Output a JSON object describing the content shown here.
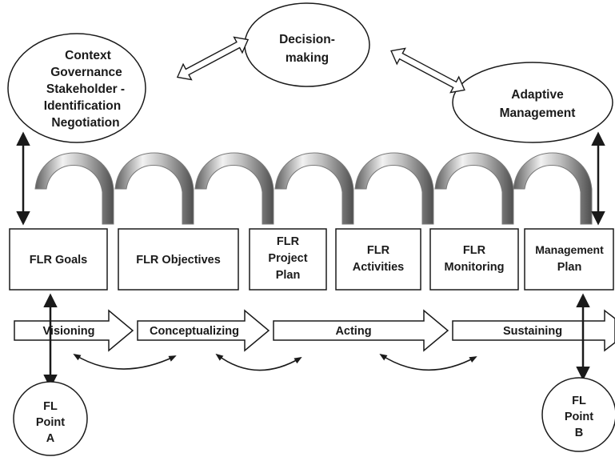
{
  "ellipses": {
    "context": [
      "Context",
      "Governance",
      "Stakeholder -",
      "Identification",
      "Negotiation"
    ],
    "decision": [
      "Decision-",
      "making"
    ],
    "adaptive": [
      "Adaptive",
      "Management"
    ]
  },
  "boxes": [
    [
      "FLR Goals"
    ],
    [
      "FLR Objectives"
    ],
    [
      "FLR",
      "Project",
      "Plan"
    ],
    [
      "FLR",
      "Activities"
    ],
    [
      "FLR",
      "Monitoring"
    ],
    [
      "Management",
      "Plan"
    ]
  ],
  "stages": [
    "Visioning",
    "Conceptualizing",
    "Acting",
    "Sustaining"
  ],
  "points": {
    "a": [
      "FL",
      "Point",
      "A"
    ],
    "b": [
      "FL",
      "Point",
      "B"
    ]
  },
  "colors": {
    "ink": "#1a1a1a",
    "coil_light": "#e8e8e8",
    "coil_dark": "#6a6a6a"
  }
}
